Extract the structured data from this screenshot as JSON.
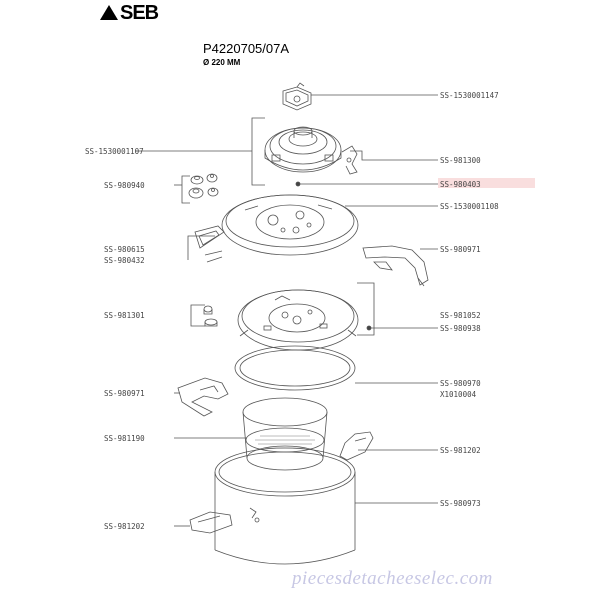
{
  "header": {
    "brand": "SEB",
    "model": "P4220705/07A",
    "diameter": "Ø 220 MM"
  },
  "parts": [
    {
      "ref": "SS-1530001147",
      "highlighted": false
    },
    {
      "ref": "SS-1530001107",
      "highlighted": false
    },
    {
      "ref": "SS-981300",
      "highlighted": false
    },
    {
      "ref": "SS-980940",
      "highlighted": false
    },
    {
      "ref": "SS-980403",
      "highlighted": true
    },
    {
      "ref": "SS-1530001108",
      "highlighted": false
    },
    {
      "ref": "SS-980615",
      "highlighted": false
    },
    {
      "ref": "SS-980432",
      "highlighted": false
    },
    {
      "ref": "SS-980971",
      "highlighted": false
    },
    {
      "ref": "SS-981301",
      "highlighted": false
    },
    {
      "ref": "SS-981052",
      "highlighted": false
    },
    {
      "ref": "SS-980938",
      "highlighted": false
    },
    {
      "ref": "SS-980971",
      "highlighted": false
    },
    {
      "ref": "SS-980970",
      "highlighted": false
    },
    {
      "ref": "X1010004",
      "highlighted": false
    },
    {
      "ref": "SS-981190",
      "highlighted": false
    },
    {
      "ref": "SS-981202",
      "highlighted": false
    },
    {
      "ref": "SS-980973",
      "highlighted": false
    },
    {
      "ref": "SS-981202",
      "highlighted": false
    }
  ],
  "watermark": "piecesdetacheeselec.com",
  "colors": {
    "line": "#555555",
    "highlight": "#f9dede",
    "watermark": "#c7c7e4"
  }
}
